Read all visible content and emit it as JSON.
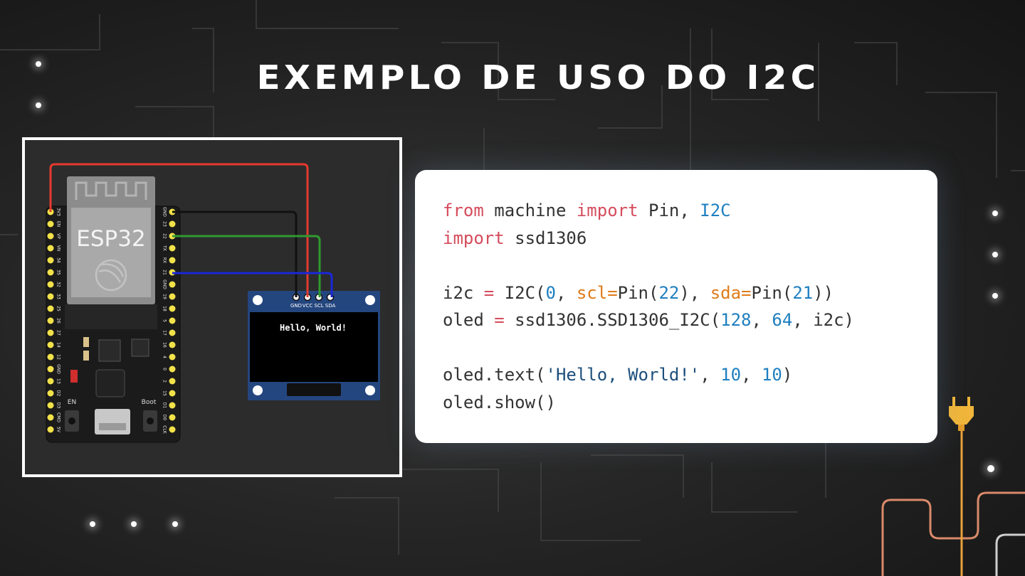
{
  "title": "EXEMPLO DE USO DO I2C",
  "diagram": {
    "board_label": "ESP32",
    "left_pins": [
      "3V3",
      "EN",
      "VP",
      "VN",
      "34",
      "35",
      "32",
      "33",
      "25",
      "26",
      "27",
      "14",
      "12",
      "GND",
      "13",
      "D2",
      "D3",
      "CMD",
      "5V"
    ],
    "right_pins": [
      "GND",
      "23",
      "22",
      "TX",
      "RX",
      "21",
      "GND",
      "19",
      "18",
      "5",
      "17",
      "16",
      "4",
      "0",
      "2",
      "15",
      "D1",
      "D0",
      "CLK"
    ],
    "button_en": "EN",
    "button_boot": "Boot",
    "oled_pins": [
      "GND",
      "VCC",
      "SCL",
      "SDA"
    ],
    "oled_text": "Hello, World!",
    "wire_colors": {
      "vcc": "#e53a2f",
      "gnd": "#111111",
      "scl": "#2f9a30",
      "sda": "#1a28d8"
    }
  },
  "code_lines": [
    "from machine import Pin, I2C",
    "import ssd1306",
    "",
    "i2c = I2C(0, scl=Pin(22), sda=Pin(21))",
    "oled = ssd1306.SSD1306_I2C(128, 64, i2c)",
    "",
    "oled.text('Hello, World!', 10, 10)",
    "oled.show()"
  ],
  "colors": {
    "keyword": "#d44c5c",
    "class": "#1e7fc0",
    "number": "#1e7fc0",
    "argument": "#e07b1a",
    "string": "#1d4f7c",
    "card": "#ffffff",
    "accent": "#e8913a"
  }
}
